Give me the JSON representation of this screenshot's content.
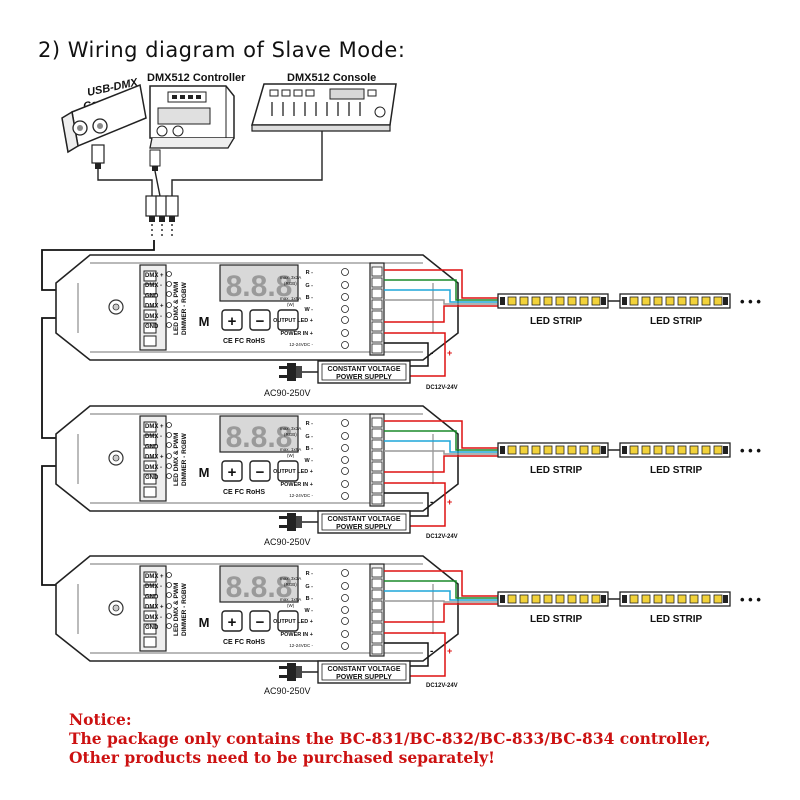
{
  "title": "2) Wiring diagram of Slave Mode:",
  "devices": {
    "usb_dmx": "USB-DMX Converter",
    "usb_dmx_line1": "USB-DMX",
    "usb_dmx_line2": "Converter",
    "controller": "DMX512 Controller",
    "console": "DMX512 Console"
  },
  "module": {
    "pins_left": [
      "DMX +",
      "DMX -",
      "GND",
      "DMX +",
      "DMX -",
      "GND"
    ],
    "display": "8.8.8",
    "name_line1": "LED DMX & PWM",
    "name_line2": "DIMMER - RGBW",
    "button_m": "M",
    "button_plus": "+",
    "button_minus": "−",
    "cert": "CE FC RoHS",
    "spec1a": "max. 3x3A",
    "spec1b": "(RGB)",
    "spec2a": "max. 1x9A",
    "spec2b": "(W)",
    "pin_r": "R -",
    "pin_g": "G -",
    "pin_b": "B -",
    "pin_w": "W -",
    "output_led": "OUTPUT LED +",
    "power_in": "POWER IN +",
    "power_volt": "12-24VDC -"
  },
  "power": {
    "supply_line1": "CONSTANT VOLTAGE",
    "supply_line2": "POWER SUPPLY",
    "ac": "AC90-250V",
    "dc": "DC12V-24V",
    "plus": "+",
    "minus": "-"
  },
  "strip": {
    "label": "LED STRIP",
    "ellipsis": "• • •"
  },
  "notice": {
    "heading": "Notice:",
    "line1": "The package only contains the BC-831/BC-832/BC-833/BC-834 controller,",
    "line2": "Other products need to be purchased separately!"
  }
}
